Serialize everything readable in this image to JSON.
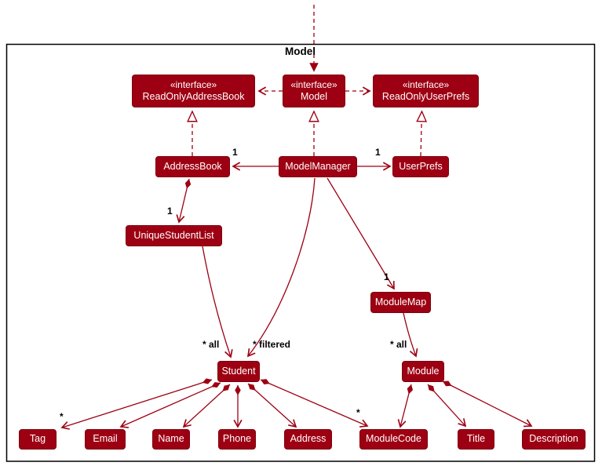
{
  "title": "Model",
  "nodes": {
    "readOnlyAddressBook": {
      "stereotype": "«interface»",
      "name": "ReadOnlyAddressBook"
    },
    "model": {
      "stereotype": "«interface»",
      "name": "Model"
    },
    "readOnlyUserPrefs": {
      "stereotype": "«interface»",
      "name": "ReadOnlyUserPrefs"
    },
    "addressBook": {
      "name": "AddressBook"
    },
    "modelManager": {
      "name": "ModelManager"
    },
    "userPrefs": {
      "name": "UserPrefs"
    },
    "uniqueStudentList": {
      "name": "UniqueStudentList"
    },
    "moduleMap": {
      "name": "ModuleMap"
    },
    "student": {
      "name": "Student"
    },
    "module": {
      "name": "Module"
    },
    "tag": {
      "name": "Tag"
    },
    "email": {
      "name": "Email"
    },
    "personName": {
      "name": "Name"
    },
    "phone": {
      "name": "Phone"
    },
    "address": {
      "name": "Address"
    },
    "moduleCode": {
      "name": "ModuleCode"
    },
    "moduleTitle": {
      "name": "Title"
    },
    "description": {
      "name": "Description"
    }
  },
  "multiplicities": {
    "modelManager_addressBook": "1",
    "modelManager_userPrefs": "1",
    "addressBook_uniqueStudentList": "1",
    "modelManager_moduleMap": "1",
    "uniqueStudentList_student": "* all",
    "modelManager_student": "* filtered",
    "moduleMap_module": "* all",
    "student_tag": "*",
    "student_moduleCode": "*"
  },
  "colors": {
    "node_fill": "#9D0012",
    "node_text": "#FFFFFF",
    "edge": "#9D0012",
    "label_text": "#000000",
    "frame_border": "#000000",
    "background": "#FFFFFF"
  }
}
